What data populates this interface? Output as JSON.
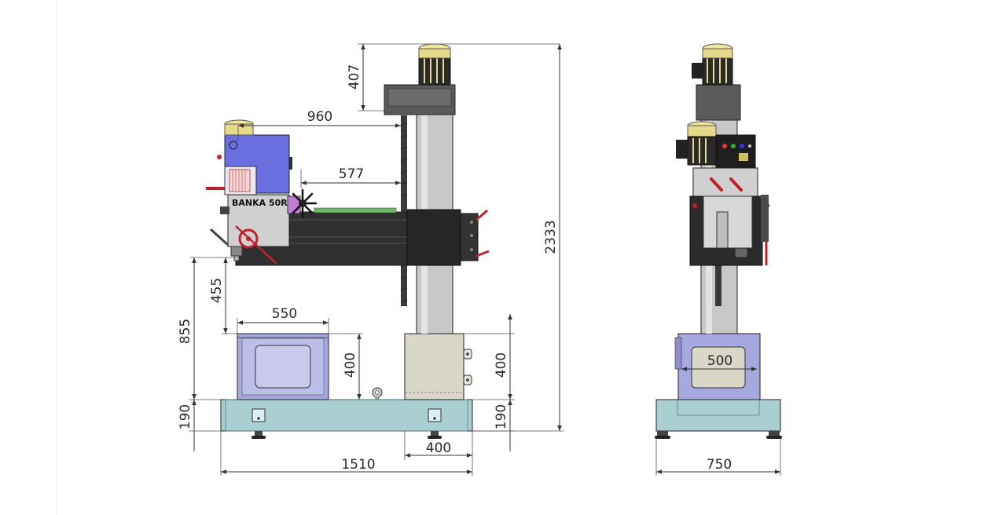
{
  "brand_label": "BANKA 50R",
  "dimensions": {
    "motor_height": "407",
    "arm_reach_max": "960",
    "arm_reach_min": "577",
    "total_height": "2333",
    "spindle_to_table": "455",
    "table_to_base": "855",
    "table_width": "550",
    "table_height": "400",
    "column_box_height": "400",
    "base_height_left": "190",
    "base_height_right": "190",
    "column_box_width": "400",
    "base_length": "1510",
    "side_table_width": "500",
    "side_base_width": "750"
  },
  "colors": {
    "motor_yellow": "#e6d98a",
    "head_blue": "#6a6fe0",
    "column_grey": "#c8c8c8",
    "dark_body": "#2f2f2f",
    "table_lavender": "#a8a8e0",
    "base_cyan": "#a9cfd0",
    "box_beige": "#d8d7c8",
    "handle_red": "#c0202a"
  }
}
